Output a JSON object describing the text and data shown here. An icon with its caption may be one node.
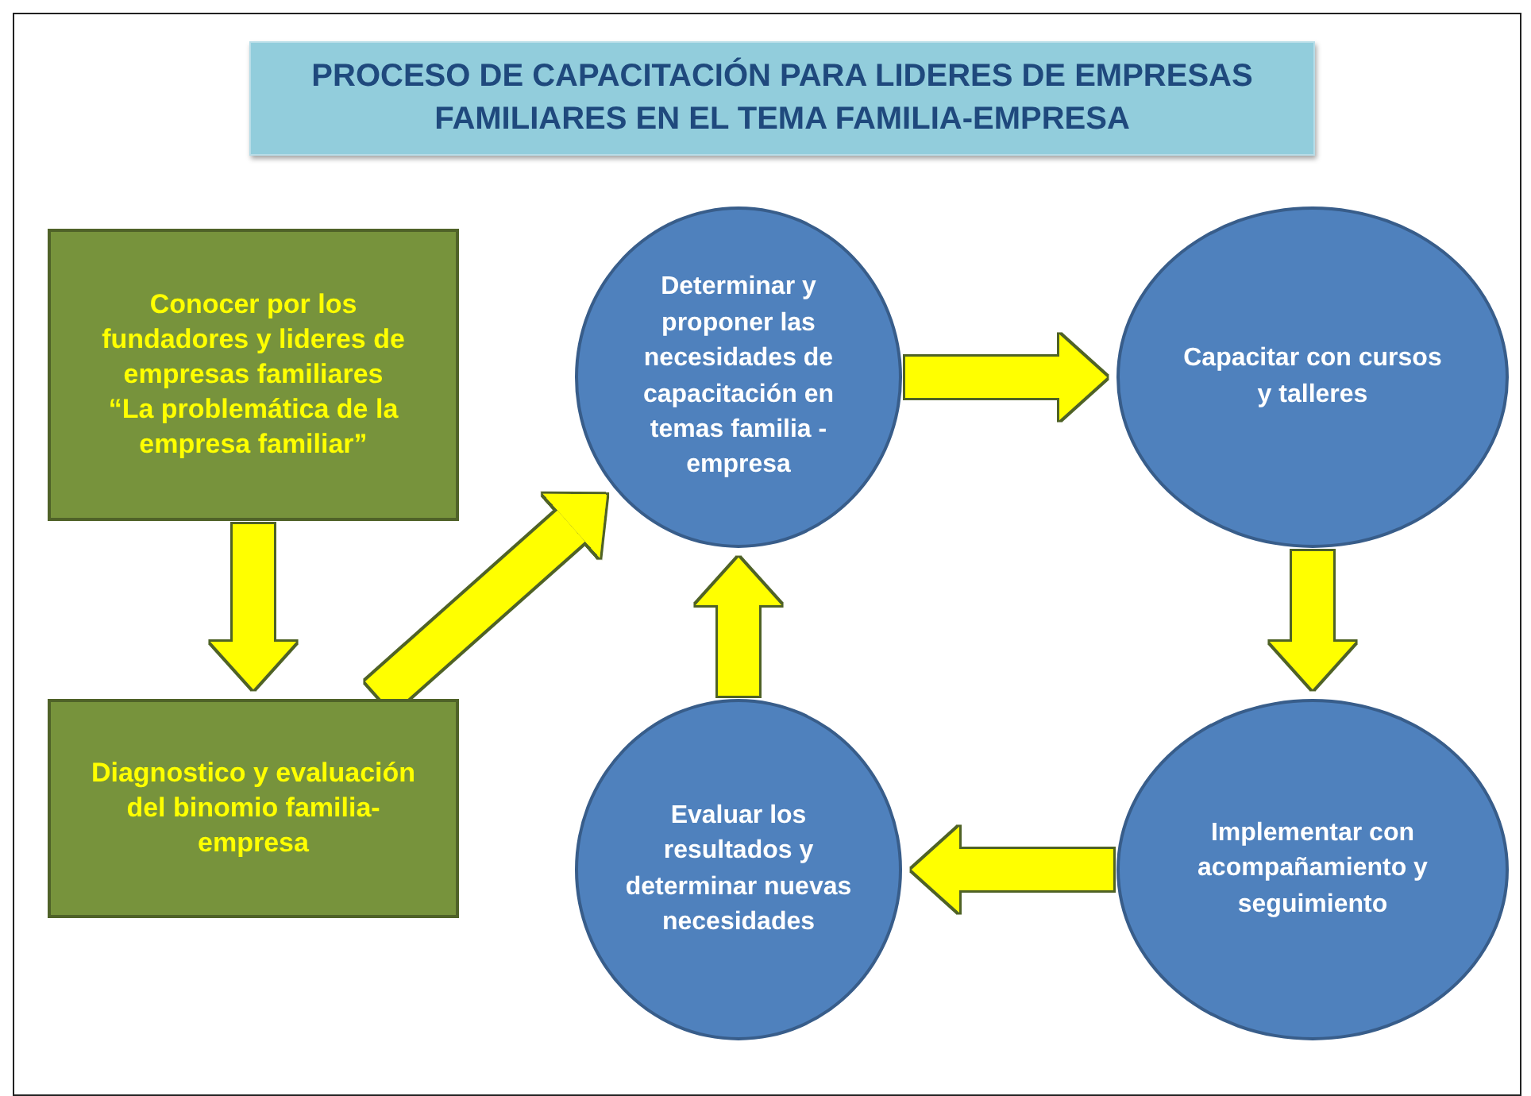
{
  "diagram": {
    "title": "PROCESO DE CAPACITACIÓN PARA LIDERES DE EMPRESAS FAMILIARES EN EL TEMA FAMILIA-EMPRESA",
    "nodes": [
      {
        "text": [
          "Conocer por los fundadores y lideres de empresas familiares",
          "“La problemática de la empresa familiar”"
        ]
      },
      {
        "text": [
          "Diagnostico y evaluación del binomio familia-empresa"
        ]
      },
      {
        "text": [
          "Determinar y proponer las necesidades de capacitación en temas familia -empresa"
        ]
      },
      {
        "text": [
          "Capacitar con cursos y talleres"
        ]
      },
      {
        "text": [
          "Implementar con acompañamiento y seguimiento"
        ]
      },
      {
        "text": [
          "Evaluar los resultados y determinar nuevas necesidades"
        ]
      }
    ],
    "edges": [
      {
        "from": 0,
        "to": 1,
        "arrow": "to"
      },
      {
        "from": 1,
        "to": 2,
        "arrow": "to"
      },
      {
        "from": 2,
        "to": 3,
        "arrow": "to"
      },
      {
        "from": 3,
        "to": 4,
        "arrow": "to"
      },
      {
        "from": 4,
        "to": 5,
        "arrow": "to"
      },
      {
        "from": 5,
        "to": 2,
        "arrow": "to"
      }
    ]
  }
}
